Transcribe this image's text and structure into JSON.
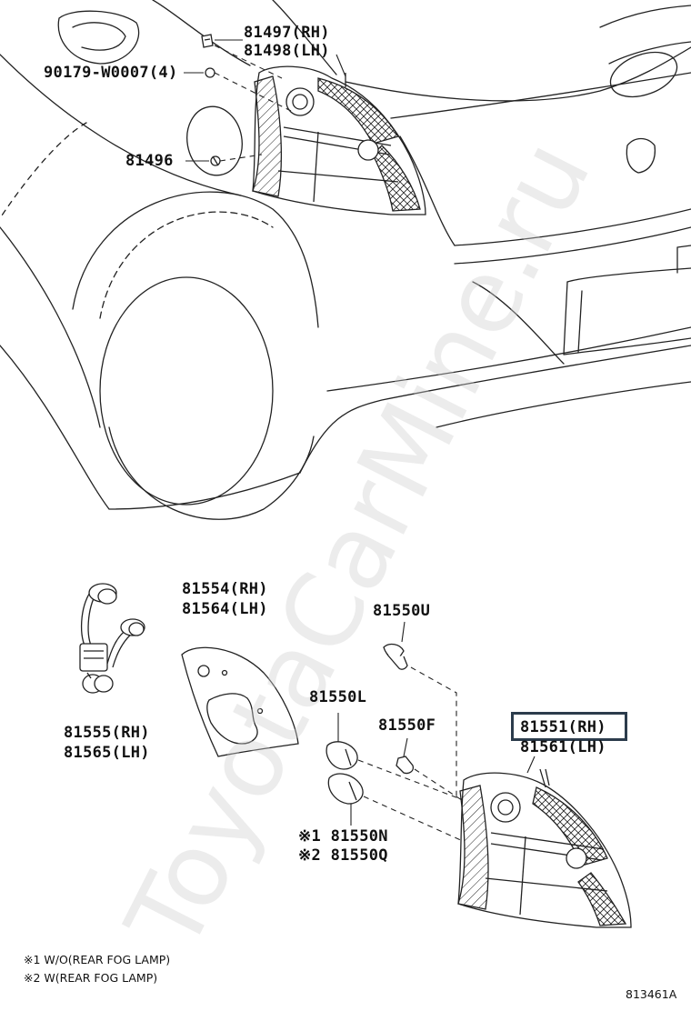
{
  "labels": {
    "p81497": "81497(RH)",
    "p81498": "81498(LH)",
    "p90179": "90179-W0007(4)",
    "p81496": "81496",
    "p81554": "81554(RH)",
    "p81564": "81564(LH)",
    "p81555": "81555(RH)",
    "p81565": "81565(LH)",
    "p81550u": "81550U",
    "p81550l": "81550L",
    "p81550f": "81550F",
    "p81551": "81551(RH)",
    "p81561": "81561(LH)",
    "p81550n": "※1 81550N",
    "p81550q": "※2 81550Q"
  },
  "footnotes": {
    "note1": "※1 W/O(REAR FOG LAMP)",
    "note2": "※2 W(REAR FOG LAMP)"
  },
  "figure_code": "813461A",
  "watermark": "ToyotaCarMine.ru",
  "colors": {
    "line": "#222222",
    "highlight_border": "#2c3c4c"
  }
}
